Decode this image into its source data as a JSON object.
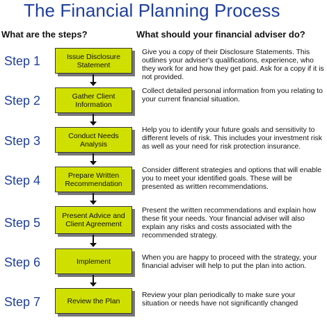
{
  "title": "The Financial Planning Process",
  "headers": {
    "left": "What are the steps?",
    "right": "What should your financial adviser do?"
  },
  "steps": [
    {
      "label": "Step 1",
      "box": "Issue Disclosure Statement",
      "desc": "Give you a copy of their Disclosure Statements.  This outlines your adviser's qualifications, experience, who they work for and how they get paid.  Ask for a copy if it is not provided."
    },
    {
      "label": "Step 2",
      "box": "Gather Client Information",
      "desc": "Collect detailed personal information from you relating to your current financial situation."
    },
    {
      "label": "Step 3",
      "box": "Conduct Needs Analysis",
      "desc": "Help you to identify your future goals and sensitivity to different levels of risk.  This includes your investment risk as well as your need for risk protection insurance."
    },
    {
      "label": "Step 4",
      "box": "Prepare Written Recommendation",
      "desc": "Consider different strategies and options that will enable you to meet your identified goals.  These will be presented as written recommendations."
    },
    {
      "label": "Step 5",
      "box": "Present Advice and Client Agreement",
      "desc": "Present the written recommendations and explain how these fit your needs.  Your financial adviser will also explain any risks and costs associated with the recommended strategy."
    },
    {
      "label": "Step 6",
      "box": "Implement",
      "desc": "When you are happy to proceed with the strategy, your financial adviser will help to put the plan into action."
    },
    {
      "label": "Step 7",
      "box": "Review the Plan",
      "desc": "Review your plan periodically to make sure your situation or needs have not significantly changed"
    }
  ]
}
